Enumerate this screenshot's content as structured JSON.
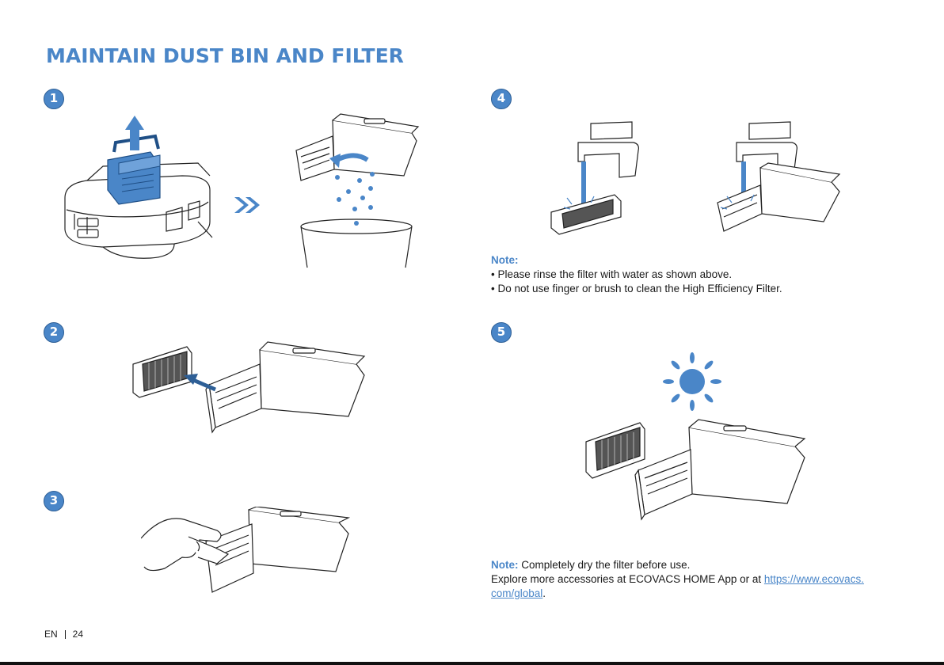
{
  "page": {
    "title": "MAINTAIN DUST BIN AND FILTER",
    "language": "EN",
    "page_number": "24"
  },
  "steps": [
    {
      "number": "1"
    },
    {
      "number": "2"
    },
    {
      "number": "3"
    },
    {
      "number": "4"
    },
    {
      "number": "5"
    }
  ],
  "notes": {
    "rinse": {
      "label": "Note:",
      "bullets": [
        "• Please rinse the filter with water as shown above.",
        "• Do not use finger or brush to clean the High Efficiency Filter."
      ]
    },
    "dry": {
      "label": "Note:",
      "text": " Completely dry the filter before use.",
      "explore_text": "Explore more accessories at ECOVACS HOME App or at ",
      "link_line1": "https://www.ecovacs.",
      "link_line2": "com/global",
      "end_punct": "."
    }
  },
  "colors": {
    "accent": "#4a86c8",
    "text": "#1a1a1a"
  },
  "icons": [
    "double-chevron-right-icon",
    "up-arrow-icon",
    "sun-icon",
    "faucet-icon"
  ]
}
